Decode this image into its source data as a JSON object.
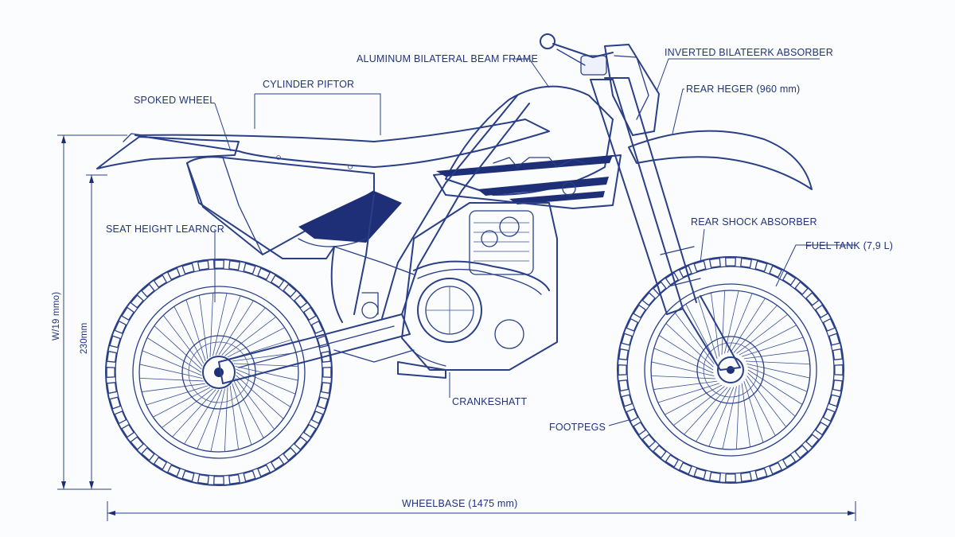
{
  "labels": {
    "frame": "ALUMINUM BILATERAL BEAM FRAME",
    "fork": "INVERTED BILATEERK ABSORBER",
    "cylinder": "CYLINDER PIFTOR",
    "rear_height": "REAR HEGER (960 mm)",
    "spoked_wheel": "SPOKED WHEEL",
    "seat_height": "SEAT HEIGHT LEARNCR",
    "rear_shock": "REAR SHOCK ABSORBER",
    "fuel_tank": "FUEL TANK (7,9 L)",
    "crankshaft": "CRANKESHATT",
    "footpegs": "FOOTPEGS",
    "wheelbase": "WHEELBASE (1475 mm)",
    "height_outer": "W/19 mmo)",
    "height_inner": "230mm"
  },
  "colors": {
    "ink": "#22337a",
    "accent": "#1e2f78",
    "paper": "#fbfcfe"
  }
}
